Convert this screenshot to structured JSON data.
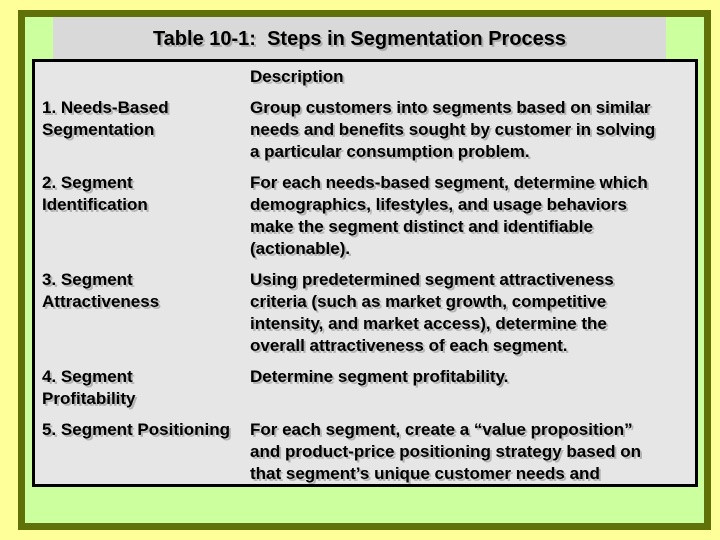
{
  "slide": {
    "title": "Table 10-1:  Steps in Segmentation Process",
    "table": {
      "description_header": "Description",
      "rows": [
        {
          "step": "1. Needs-Based\nSegmentation",
          "description": "Group customers into segments based on similar\nneeds and benefits sought by customer in solving\na particular consumption problem."
        },
        {
          "step": "2. Segment\nIdentification",
          "description": "For each needs-based segment, determine which\ndemographics, lifestyles, and usage behaviors\nmake the segment distinct and identifiable\n(actionable)."
        },
        {
          "step": "3. Segment\nAttractiveness",
          "description": "Using predetermined segment attractiveness\ncriteria (such as market growth, competitive\nintensity, and market access), determine the\noverall attractiveness of each segment."
        },
        {
          "step": "4. Segment Profitability",
          "description": "Determine segment profitability."
        },
        {
          "step": "5. Segment Positioning",
          "description": "For each segment, create a “value proposition”\nand product-price positioning strategy based on\nthat segment’s unique customer needs and\ncharacteristics."
        }
      ]
    },
    "colors": {
      "outer_frame": "#FFFF99",
      "slide_border": "#60710A",
      "slide_background": "#CCFF9E",
      "title_bar_background": "#D9D9D9",
      "table_background": "#E6E6E6",
      "table_border": "#000000",
      "text": "#000000"
    }
  }
}
